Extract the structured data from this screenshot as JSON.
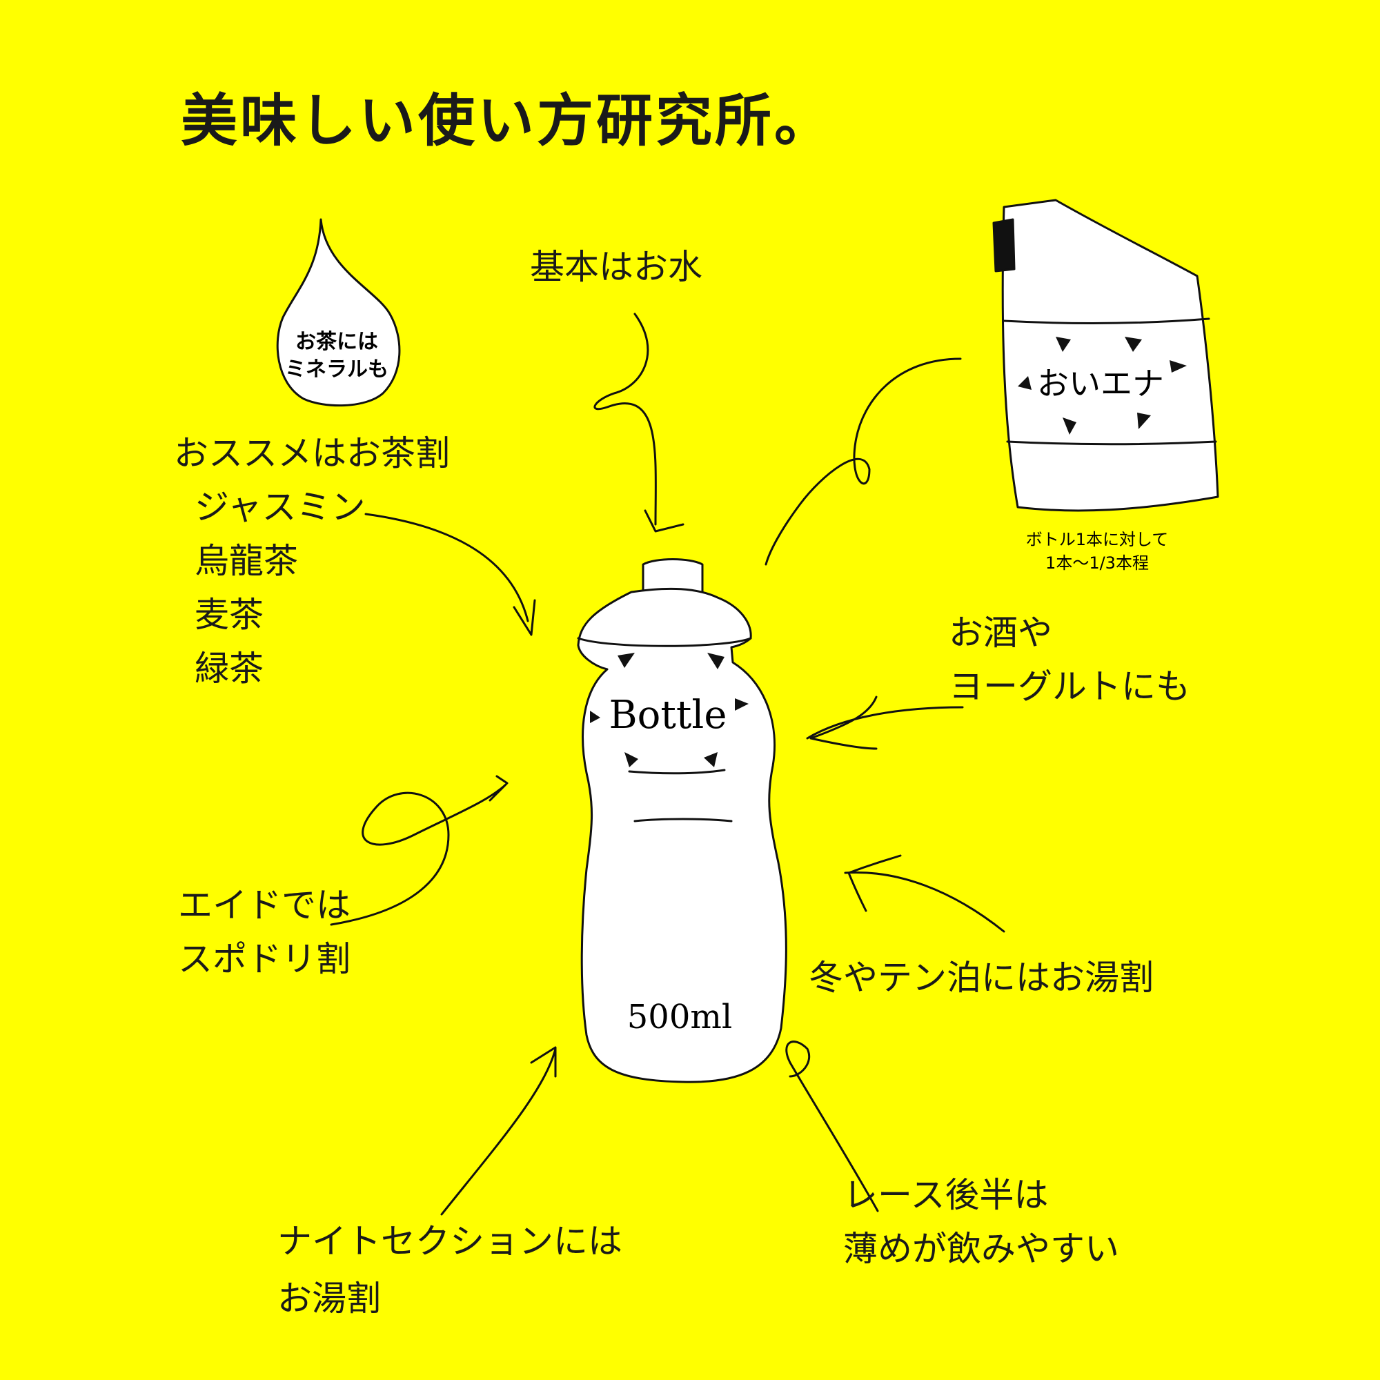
{
  "title": "美味しい使い方研究所。",
  "drop": {
    "line1": "お茶には",
    "line2": "ミネラルも"
  },
  "labels": {
    "water": "基本はお水",
    "tea_head": "おススメはお茶割",
    "tea_items": [
      "ジャスミン",
      "烏龍茶",
      "麦茶",
      "緑茶"
    ],
    "alcohol": [
      "お酒や",
      "ヨーグルトにも"
    ],
    "aid": [
      "エイドでは",
      "スポドリ割"
    ],
    "winter": "冬やテン泊にはお湯割",
    "night": [
      "ナイトセクションには",
      "お湯割"
    ],
    "race": [
      "レース後半は",
      "薄めが飲みやすい"
    ]
  },
  "pouch": {
    "name": "おいエナ",
    "note1": "ボトル1本に対して",
    "note2": "1本〜1/3本程"
  },
  "bottle": {
    "name": "Bottle",
    "volume": "500ml"
  },
  "colors": {
    "background": "#ffff00",
    "ink": "#111111",
    "fill": "#ffffff"
  }
}
